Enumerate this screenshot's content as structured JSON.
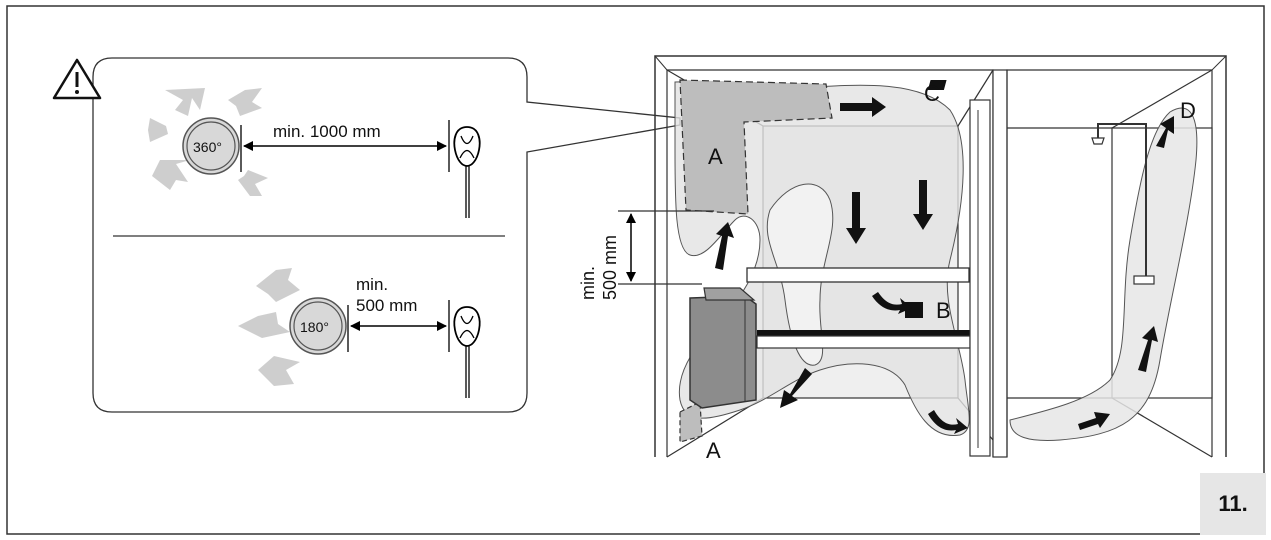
{
  "figure": {
    "number": "11."
  },
  "clearance": {
    "top": {
      "angle": "360°",
      "distance": "min. 1000 mm"
    },
    "bottom": {
      "angle": "180°",
      "distance_line1": "min.",
      "distance_line2": "500 mm"
    }
  },
  "sauna": {
    "vertical_dimension_line1": "min.",
    "vertical_dimension_line2": "500 mm",
    "labels": {
      "a_top": "A",
      "a_bottom": "A",
      "b": "B",
      "c": "C",
      "d": "D"
    }
  }
}
